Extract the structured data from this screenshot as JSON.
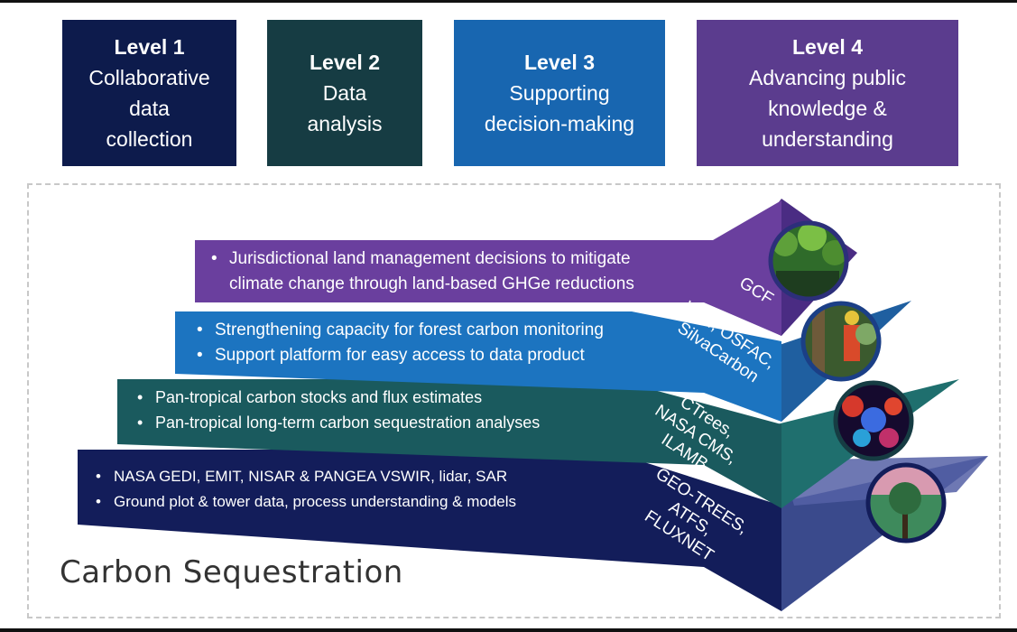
{
  "levels": [
    {
      "level": "Level 1",
      "text": "Collaborative\ndata\ncollection",
      "color": "#0d1b4c"
    },
    {
      "level": "Level 2",
      "text": "Data\nanalysis",
      "color": "#163c43"
    },
    {
      "level": "Level 3",
      "text": "Supporting\ndecision-making",
      "color": "#1866b0"
    },
    {
      "level": "Level 4",
      "text": "Advancing public\nknowledge &\nunderstanding",
      "color": "#5b3c8e"
    }
  ],
  "tiers": {
    "tier4": {
      "bullets": [
        "Jurisdictional land management decisions to mitigate",
        "climate change through land-based GHGe reductions"
      ],
      "partners": "GCF",
      "color": "#6a3f9e"
    },
    "tier3": {
      "bullets": [
        "Strengthening capacity for forest carbon monitoring",
        "Support platform for easy access to data product"
      ],
      "partners": "WRI, OSFAC,\nSilvaCarbon",
      "color": "#1c74c0"
    },
    "tier2": {
      "bullets": [
        "Pan-tropical carbon stocks and flux estimates",
        "Pan-tropical long-term carbon sequestration analyses"
      ],
      "partners": "CTrees,\nNASA CMS, ILAMB",
      "color": "#1a5a5e"
    },
    "tier1": {
      "bullets": [
        "NASA GEDI, EMIT, NISAR & PANGEA VSWIR, lidar, SAR",
        "Ground plot & tower data, process understanding & models"
      ],
      "partners": "GEO-TREES, ATFS,\nFLUXNET",
      "color": "#131d5a"
    }
  },
  "images": [
    "seedlings-photo",
    "forest-worker-photo",
    "lidar-point-cloud-image",
    "tree-photo"
  ],
  "title": "Carbon Sequestration"
}
